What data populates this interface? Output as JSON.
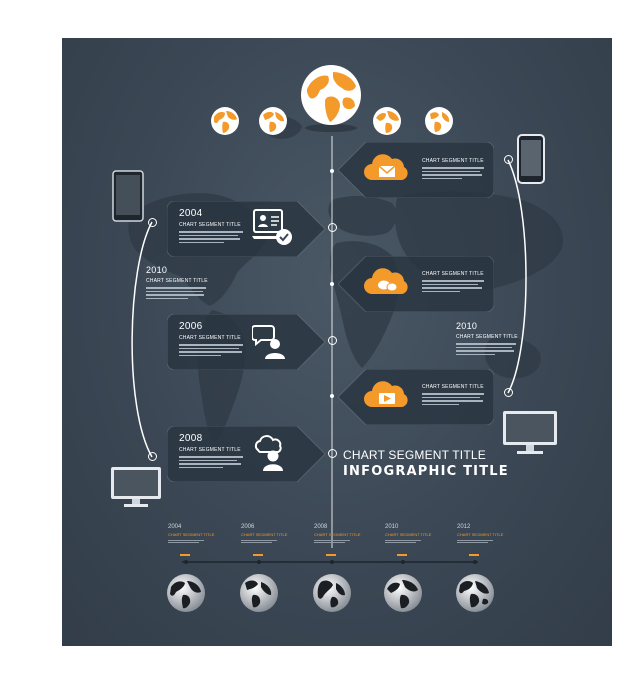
{
  "infographic": {
    "main_title": "INFOGRAPHIC TITLE",
    "main_subtitle": "CHART SEGMENT TITLE"
  },
  "left_segments": [
    {
      "year": "2004",
      "title": "CHART SEGMENT TITLE",
      "icon": "presentation-user-check-icon"
    },
    {
      "year": "2006",
      "title": "CHART SEGMENT TITLE",
      "icon": "chat-user-icon"
    },
    {
      "year": "2008",
      "title": "CHART SEGMENT TITLE",
      "icon": "cloud-user-icon"
    }
  ],
  "right_segments": [
    {
      "title": "CHART SEGMENT TITLE",
      "icon": "cloud-mail-icon"
    },
    {
      "title": "CHART SEGMENT TITLE",
      "icon": "cloud-chat-icon"
    },
    {
      "title": "CHART SEGMENT TITLE",
      "icon": "cloud-play-icon"
    }
  ],
  "side_labels": {
    "left": {
      "year": "2010",
      "title": "CHART SEGMENT TITLE"
    },
    "right": {
      "year": "2010",
      "title": "CHART SEGMENT TITLE"
    }
  },
  "bottom_timeline": [
    {
      "year": "2004",
      "title": "CHART SEGMENT TITLE"
    },
    {
      "year": "2006",
      "title": "CHART SEGMENT TITLE"
    },
    {
      "year": "2008",
      "title": "CHART SEGMENT TITLE"
    },
    {
      "year": "2010",
      "title": "CHART SEGMENT TITLE"
    },
    {
      "year": "2012",
      "title": "CHART SEGMENT TITLE"
    }
  ],
  "devices": [
    "tablet-icon",
    "smartphone-icon",
    "monitor-icon",
    "monitor-icon"
  ],
  "colors": {
    "accent": "#f39a2b",
    "background": "#3b4754",
    "panel": "#2c3845",
    "line": "#ffffff"
  }
}
